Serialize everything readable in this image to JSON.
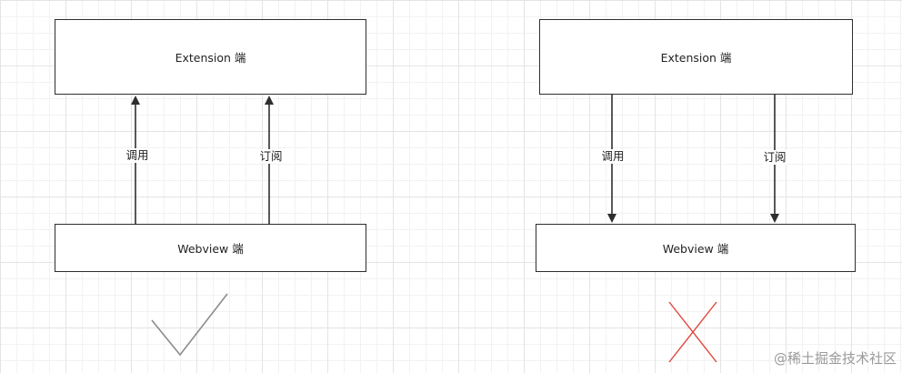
{
  "left_diagram": {
    "top_box_label": "Extension 端",
    "bottom_box_label": "Webview 端",
    "edge_call_label": "调用",
    "edge_subscribe_label": "订阅",
    "verdict": "correct"
  },
  "right_diagram": {
    "top_box_label": "Extension 端",
    "bottom_box_label": "Webview 端",
    "edge_call_label": "调用",
    "edge_subscribe_label": "订阅",
    "verdict": "incorrect"
  },
  "watermark": "@稀土掘金技术社区",
  "colors": {
    "box_border": "#2e2e2e",
    "arrow": "#2e2e2e",
    "check_mark": "#8c8c8c",
    "cross_mark": "#e0463d",
    "grid": "#e4e4e4"
  },
  "icons": {
    "check": "check-icon",
    "cross": "cross-icon"
  }
}
